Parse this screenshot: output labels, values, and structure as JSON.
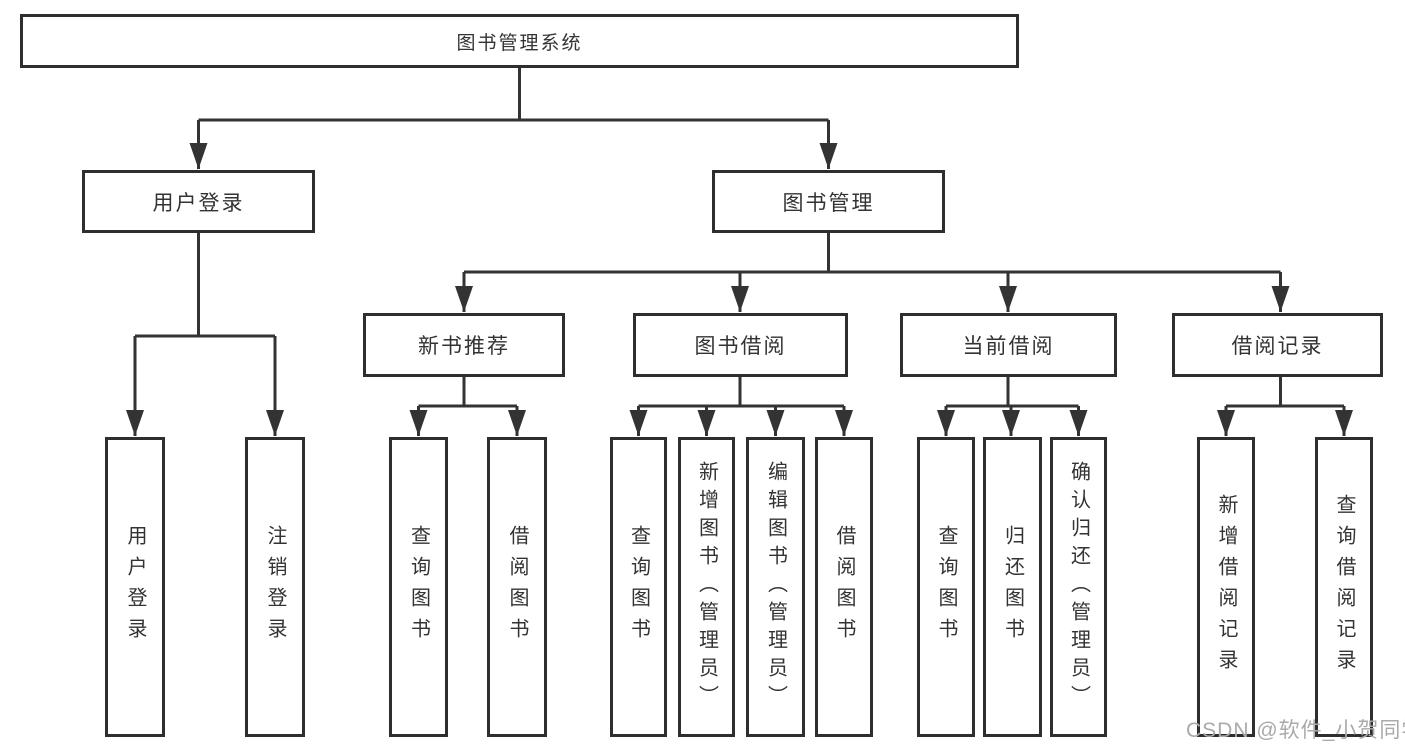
{
  "colors": {
    "line": "#333333",
    "box_border": "#2e2e2e",
    "text": "#333333",
    "background": "#ffffff",
    "watermark": "#aaaaaa"
  },
  "watermark": {
    "text": "CSDN @软件_小贺同学"
  },
  "tree": {
    "label": "图书管理系统",
    "children": [
      {
        "label": "用户登录",
        "children": [
          {
            "label": "用户登录"
          },
          {
            "label": "注销登录"
          }
        ]
      },
      {
        "label": "图书管理",
        "children": [
          {
            "label": "新书推荐",
            "children": [
              {
                "label": "查询图书"
              },
              {
                "label": "借阅图书"
              }
            ]
          },
          {
            "label": "图书借阅",
            "children": [
              {
                "label": "查询图书"
              },
              {
                "label": "新增图书（管理员）"
              },
              {
                "label": "编辑图书（管理员）"
              },
              {
                "label": "借阅图书"
              }
            ]
          },
          {
            "label": "当前借阅",
            "children": [
              {
                "label": "查询图书"
              },
              {
                "label": "归还图书"
              },
              {
                "label": "确认归还（管理员）"
              }
            ]
          },
          {
            "label": "借阅记录",
            "children": [
              {
                "label": "新增借阅记录"
              },
              {
                "label": "查询借阅记录"
              }
            ]
          }
        ]
      }
    ]
  }
}
